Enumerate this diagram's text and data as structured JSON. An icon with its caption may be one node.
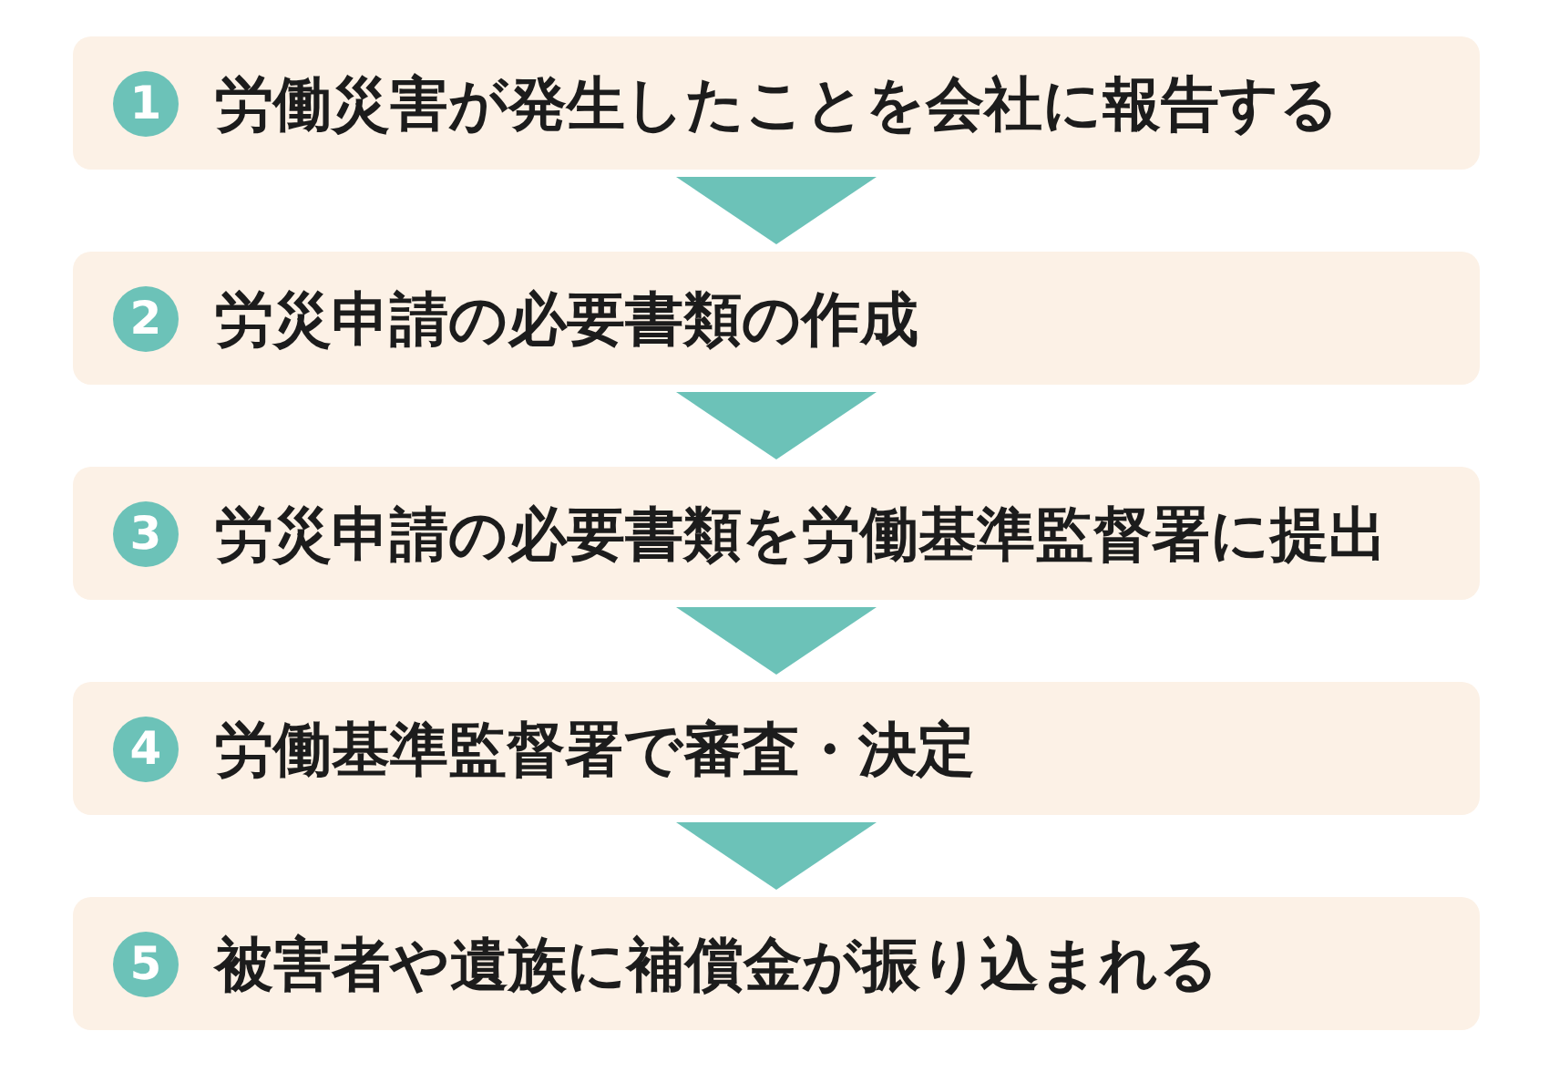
{
  "diagram": {
    "nodes": [
      {
        "text": [
          "労働災害が発生したことを会社に報告する"
        ]
      },
      {
        "text": [
          "1"
        ],
        "in": 0
      },
      {
        "text": [
          "労災申請の必要書類の作成"
        ]
      },
      {
        "text": [
          "2"
        ],
        "in": 2
      },
      {
        "text": [
          "労災申請の必要書類を労働基準監督署に提出"
        ]
      },
      {
        "text": [
          "3"
        ],
        "in": 4
      },
      {
        "text": [
          "労働基準監督署で審査・決定"
        ]
      },
      {
        "text": [
          "4"
        ],
        "in": 6
      },
      {
        "text": [
          "被害者や遺族に補償金が振り込まれる"
        ]
      },
      {
        "text": [
          "5"
        ],
        "in": 8
      }
    ],
    "edges": [
      {
        "from": 0,
        "to": 2,
        "arrow": "to"
      },
      {
        "from": 2,
        "to": 4,
        "arrow": "to"
      },
      {
        "from": 4,
        "to": 6,
        "arrow": "to"
      },
      {
        "from": 6,
        "to": 8,
        "arrow": "to"
      }
    ]
  }
}
